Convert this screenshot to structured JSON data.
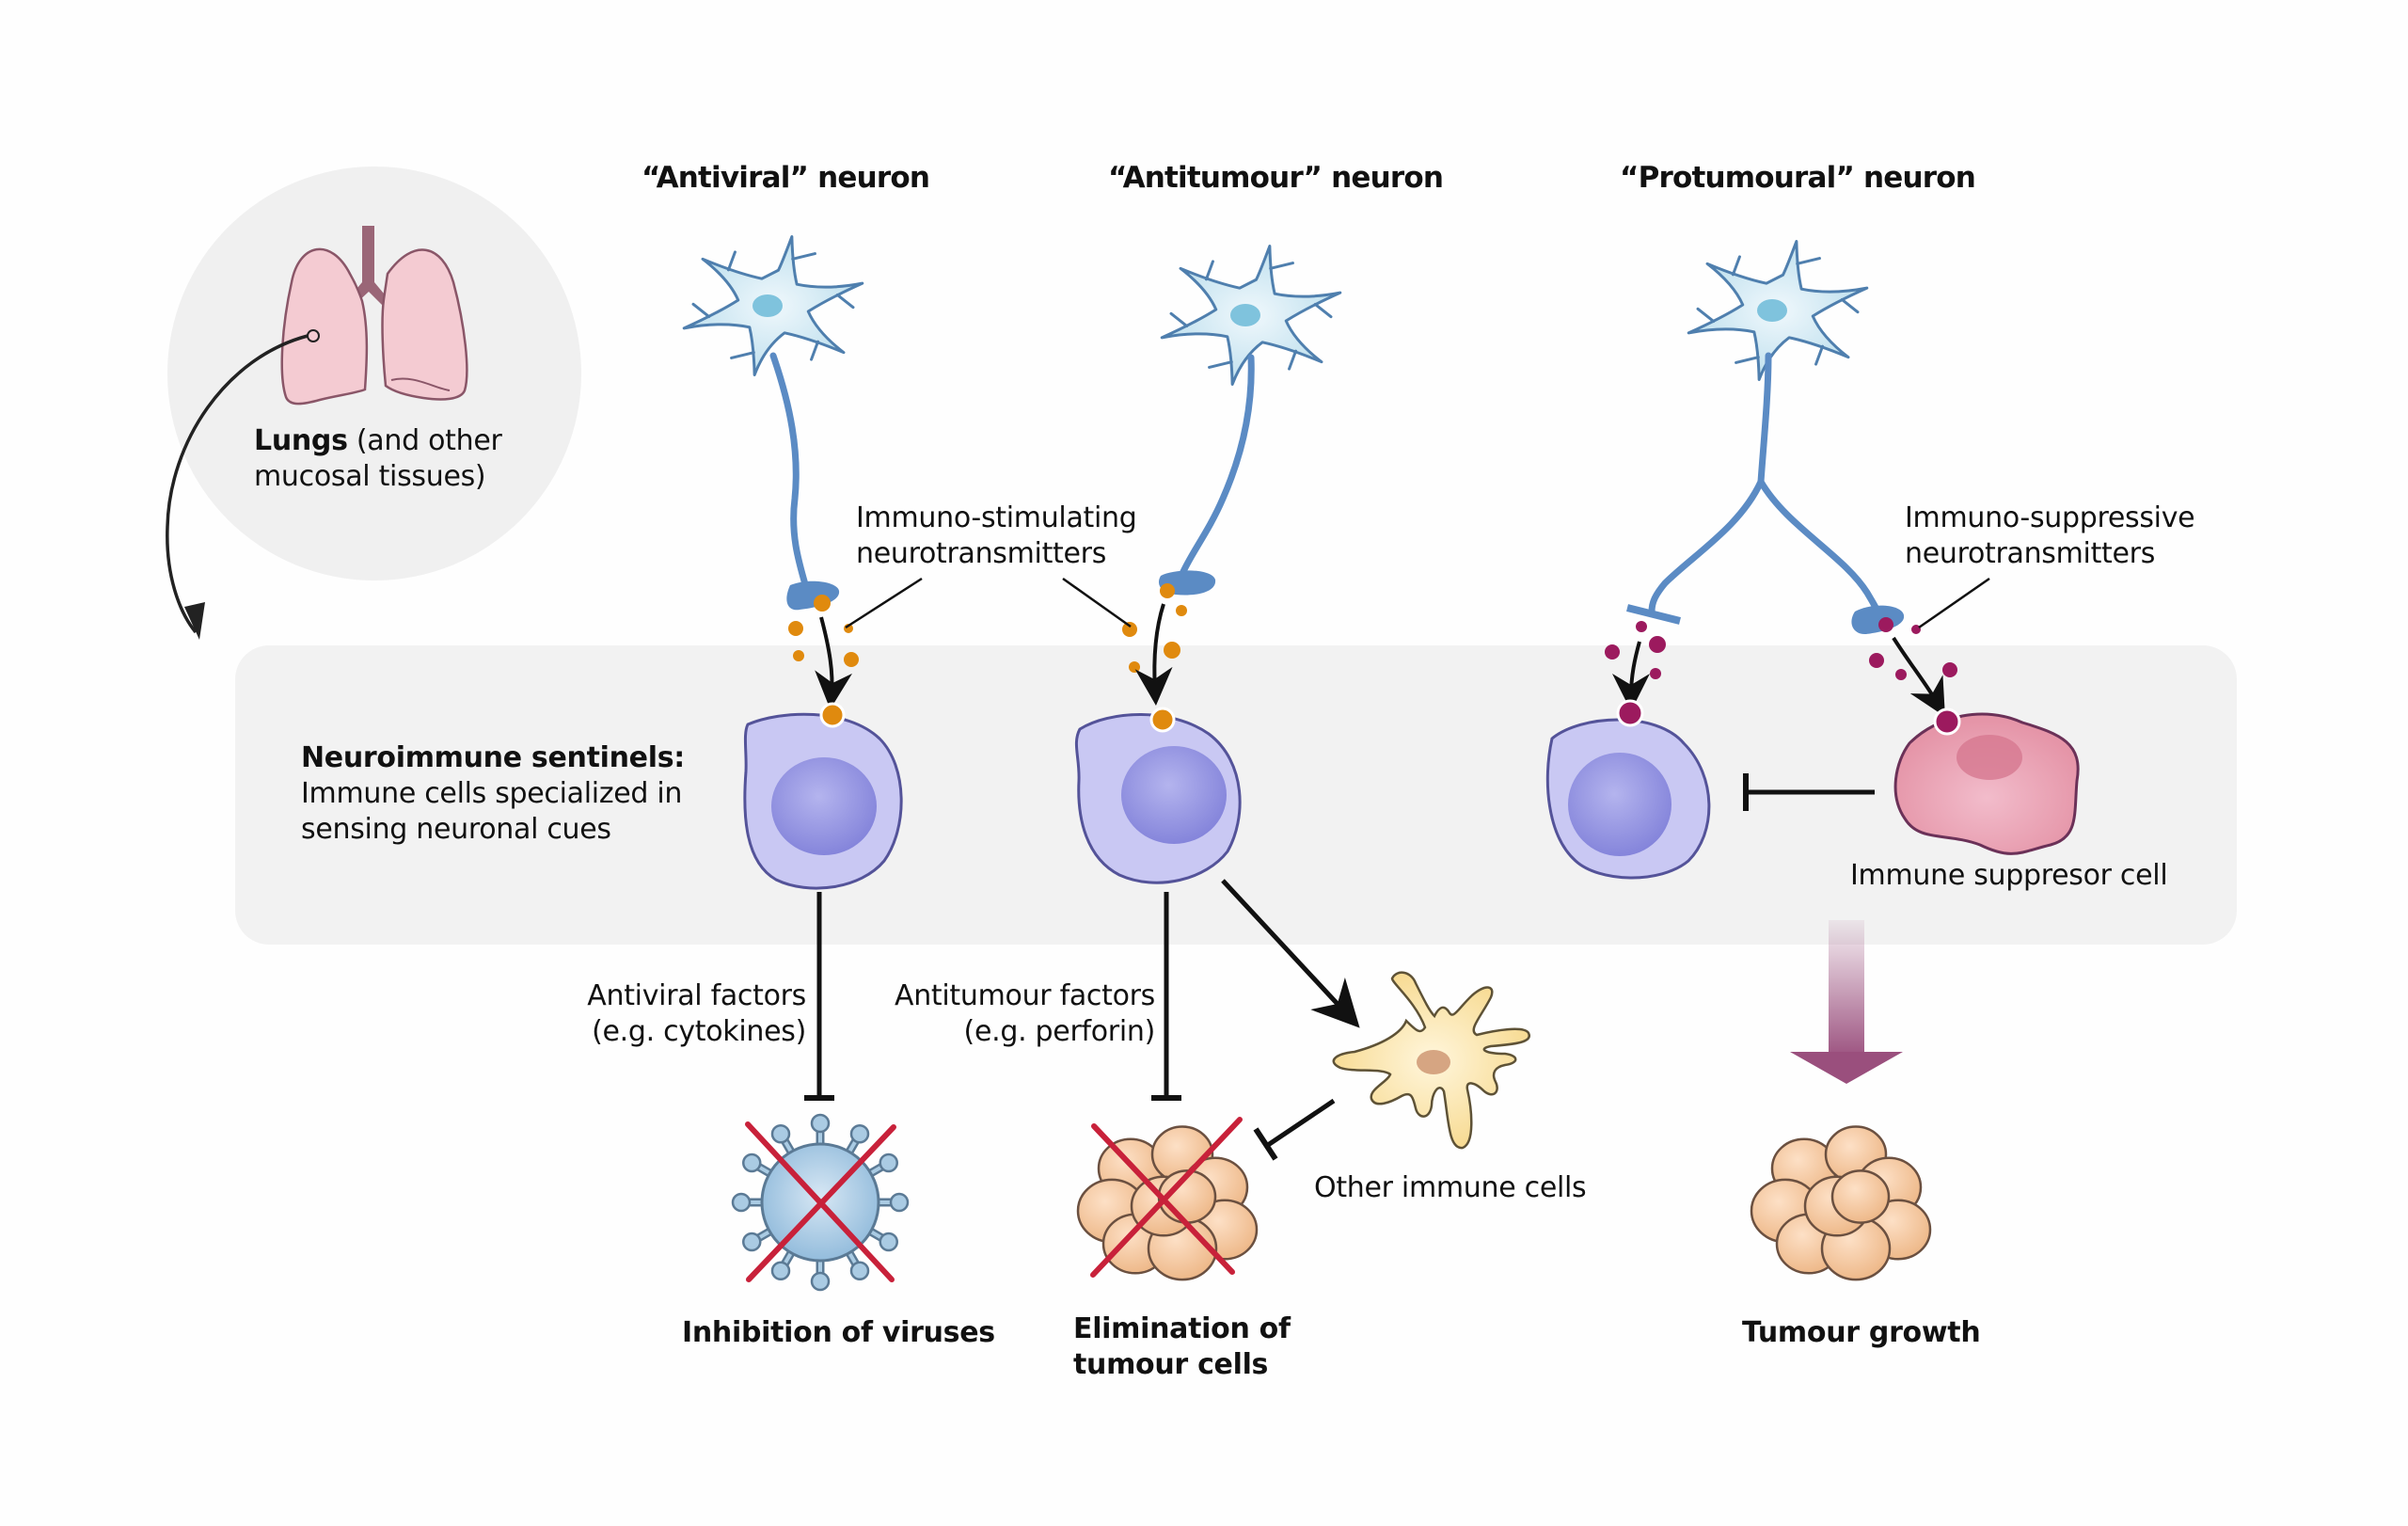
{
  "tissue": {
    "bold": "Lungs",
    "rest": " (and other",
    "line2": "mucosal tissues)"
  },
  "neurons": [
    {
      "title": "“Antiviral” neuron",
      "type": "immuno-stimulating"
    },
    {
      "title": "“Antitumour” neuron",
      "type": "immuno-stimulating"
    },
    {
      "title": "“Protumoural” neuron",
      "type": "immuno-suppressive"
    }
  ],
  "neurotransmitters": {
    "stimulating": [
      "Immuno-stimulating",
      "neurotransmitters"
    ],
    "suppressive": [
      "Immuno-suppressive",
      "neurotransmitters"
    ]
  },
  "sentinels": {
    "heading": "Neuroimmune sentinels:",
    "line2": "Immune cells specialized in",
    "line3": "sensing neuronal cues"
  },
  "suppressor_cell": "Immune suppresor cell",
  "factors": {
    "antiviral": [
      "Antiviral factors",
      "(e.g. cytokines)"
    ],
    "antitumour": [
      "Antitumour factors",
      "(e.g. perforin)"
    ]
  },
  "other_cells": "Other immune cells",
  "outcomes": {
    "viruses": "Inhibition of viruses",
    "elimination": [
      "Elimination of",
      "tumour cells"
    ],
    "growth": "Tumour growth"
  },
  "colors": {
    "stim_dot": "#e08a0e",
    "supp_dot": "#9c1a5e",
    "axon": "#5b8bc4",
    "neuron_fill": "#cfe8f3",
    "immune_fill": "#c9c8f3",
    "immune_nucleus": "#8e8edf",
    "suppressor_fill": "#e8a0b0",
    "tumour_fill": "#f2c59a",
    "virus_fill": "#aacbe3",
    "cross": "#c8213a",
    "band": "#f2f2f2",
    "growth_arrow": "#9a4f7d"
  }
}
